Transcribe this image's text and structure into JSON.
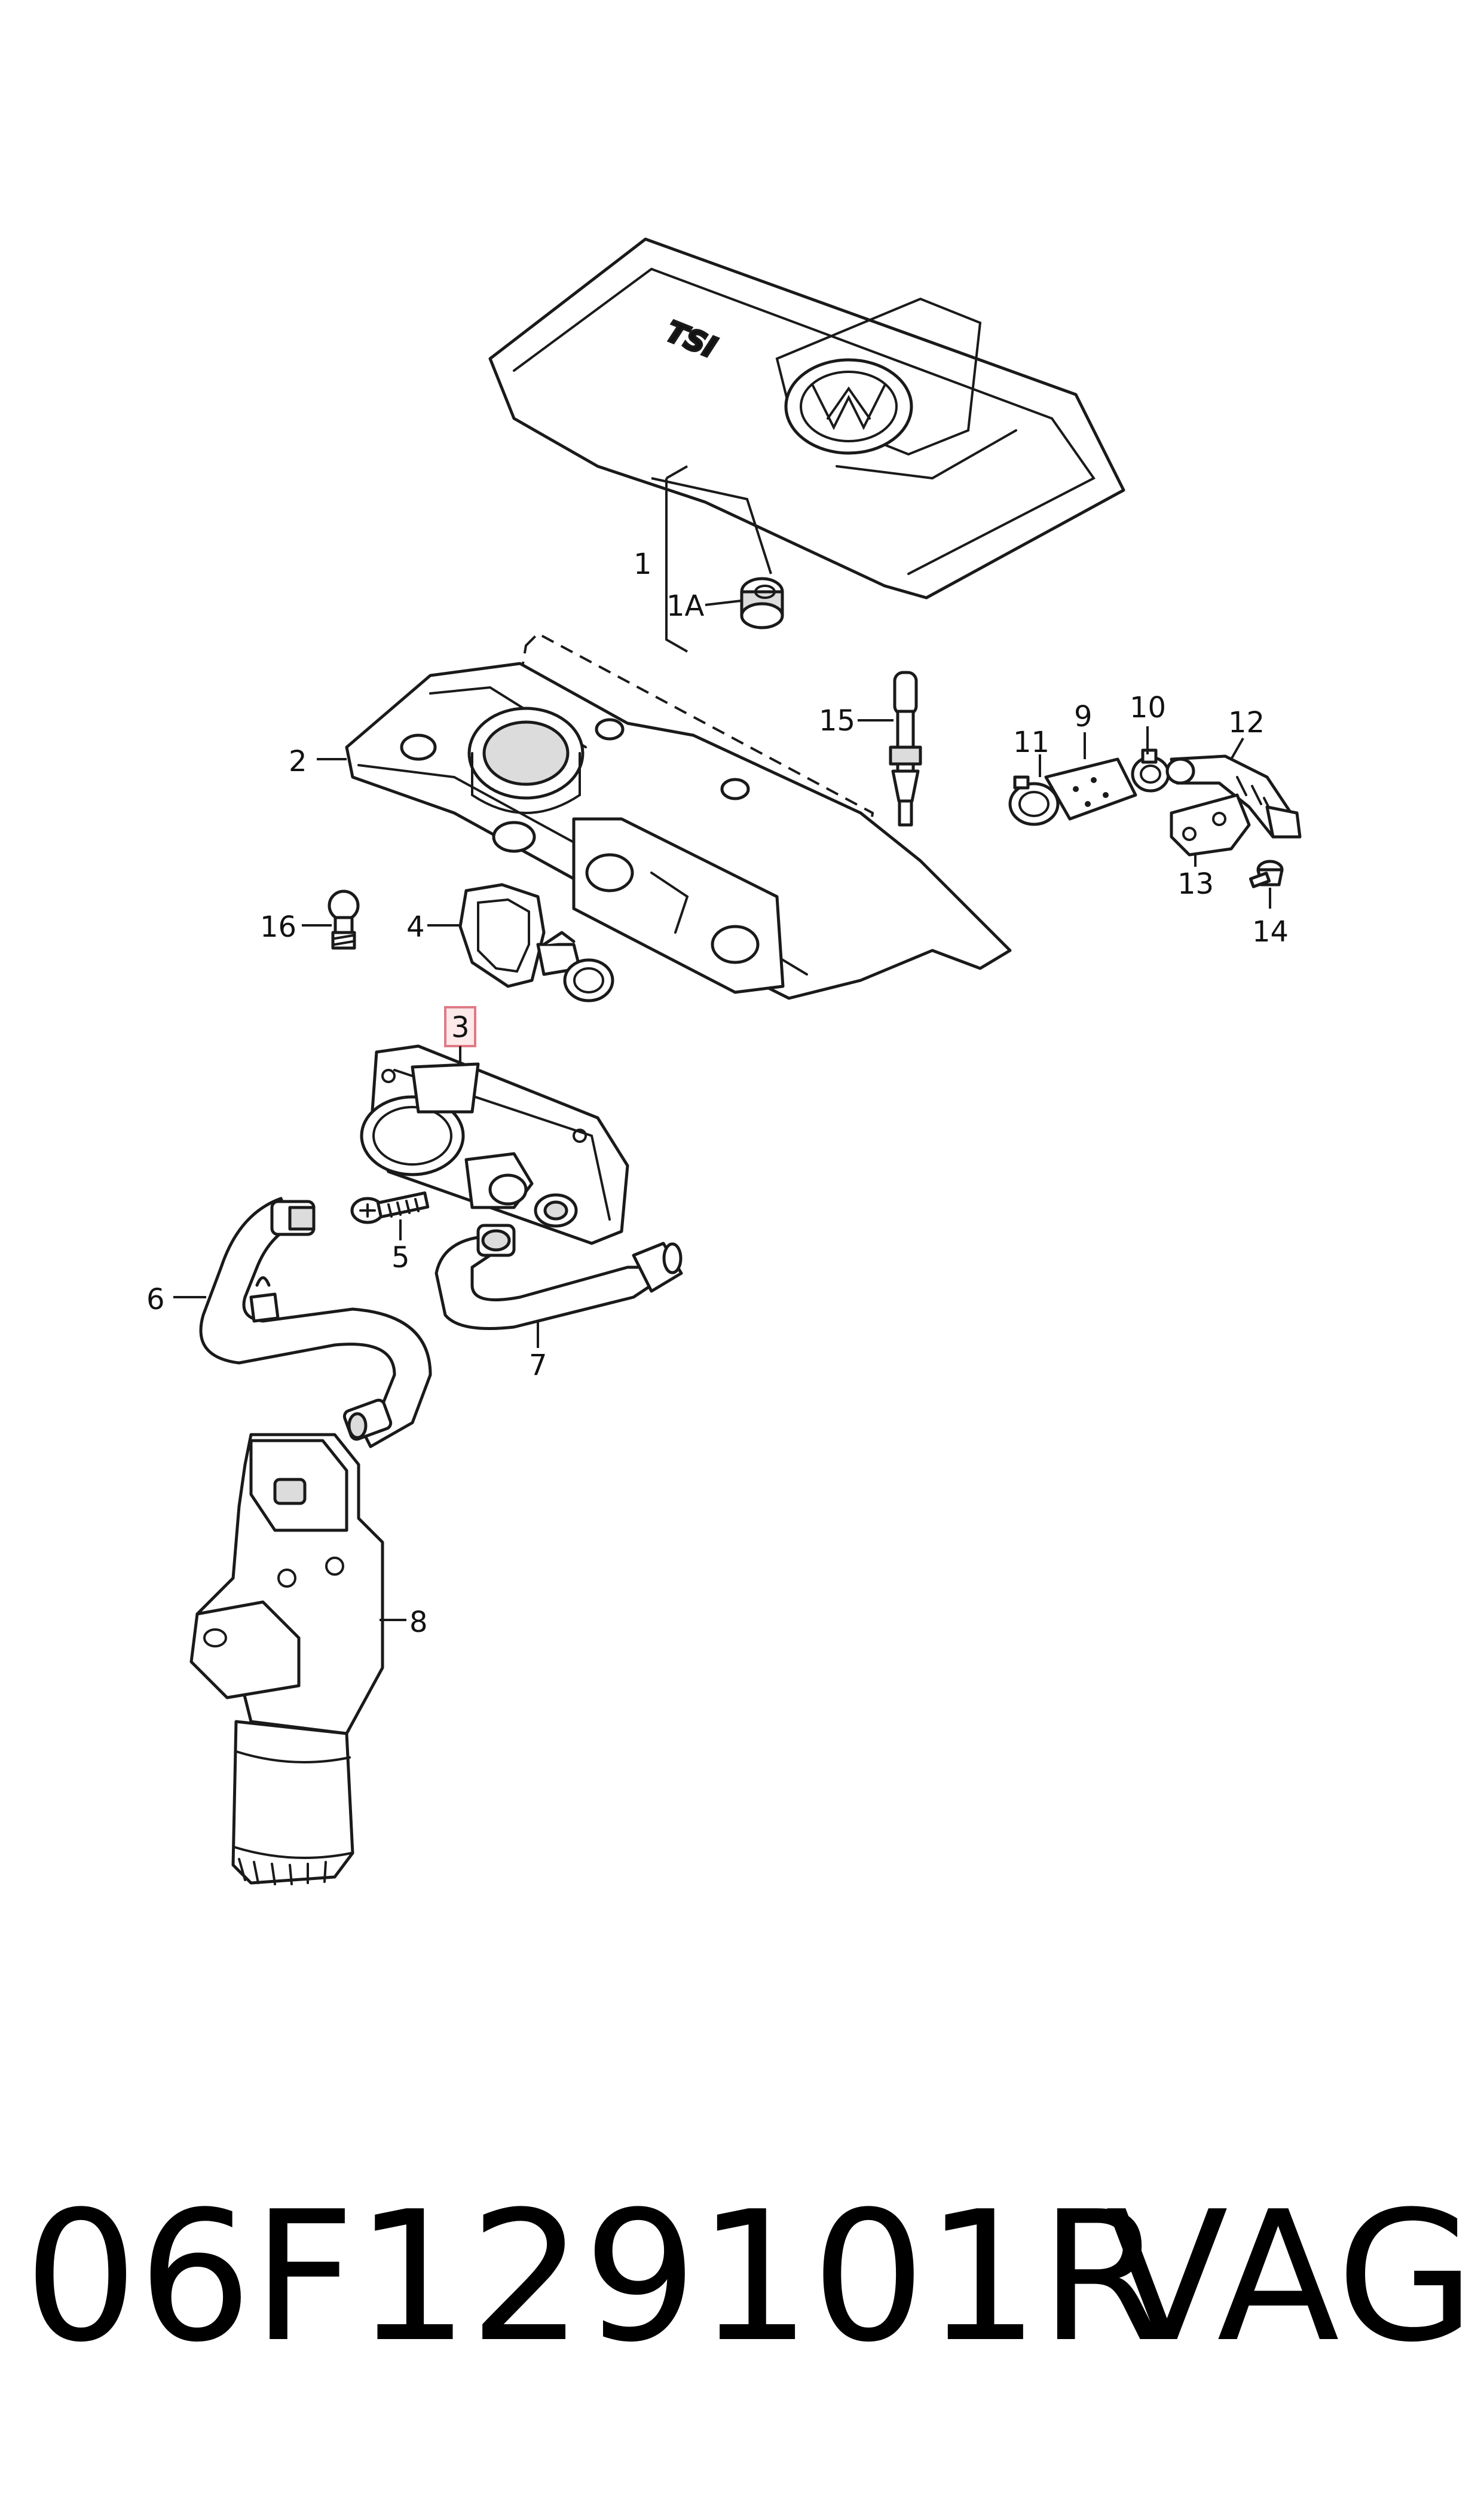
{
  "footer": {
    "part_number": "06F129101R",
    "brand": "VAG"
  },
  "cover": {
    "logo_text": "TSI"
  },
  "callouts": {
    "c1": "1",
    "c1a": "1A",
    "c2": "2",
    "c3": "3",
    "c4": "4",
    "c5": "5",
    "c6": "6",
    "c7": "7",
    "c8": "8",
    "c9": "9",
    "c10": "10",
    "c11": "11",
    "c12": "12",
    "c13": "13",
    "c14": "14",
    "c15": "15",
    "c16": "16"
  },
  "colors": {
    "highlight_fill": "#fde8ea",
    "highlight_stroke": "#e07a86"
  }
}
